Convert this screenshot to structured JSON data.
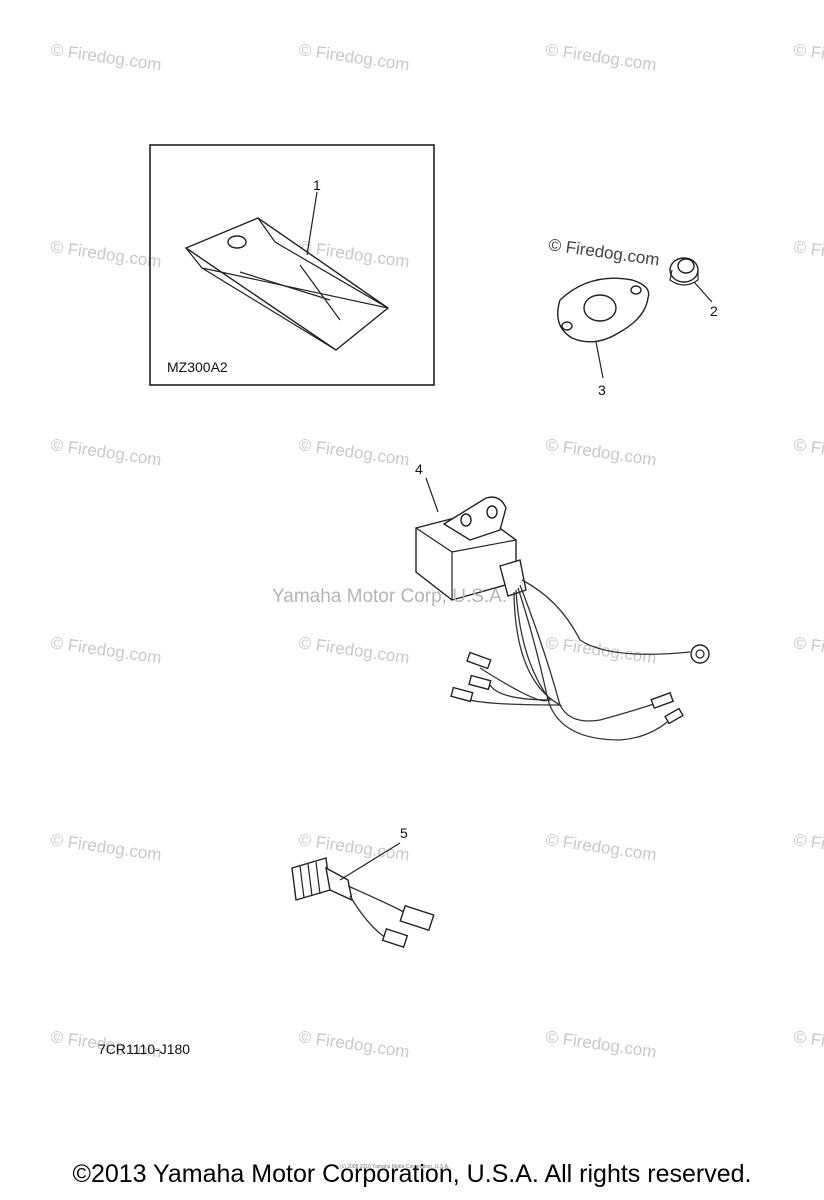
{
  "watermark": {
    "text": "© Firedog.com"
  },
  "center_watermark": "Yamaha Motor Corp, U.S.A.",
  "box_code": "MZ300A2",
  "diagram_code": "7CR1110-J180",
  "callouts": [
    "1",
    "2",
    "3",
    "4",
    "5"
  ],
  "tiny_credit": "(c) 2008 2010 Yamaha Motor Corporation, U.S.A.",
  "footer": "©2013 Yamaha Motor Corporation, U.S.A. All rights reserved."
}
